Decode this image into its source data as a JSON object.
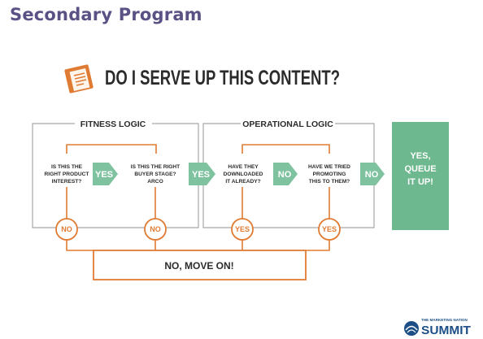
{
  "slide": {
    "title": "Secondary Program"
  },
  "diagram": {
    "question": "DO I SERVE UP THIS CONTENT?",
    "fitness_header": "FITNESS LOGIC",
    "operational_header": "OPERATIONAL LOGIC",
    "conditions": [
      [
        "IS THIS THE",
        "RIGHT PRODUCT",
        "INTEREST?"
      ],
      [
        "IS THIS THE RIGHT",
        "BUYER STAGE?",
        "ARCO"
      ],
      [
        "HAVE THEY",
        "DOWNLOADED",
        "IT ALREADY?"
      ],
      [
        "HAVE WE TRIED",
        "PROMOTING",
        "THIS TO THEM?"
      ]
    ],
    "arrows": [
      "YES",
      "YES",
      "NO",
      "NO"
    ],
    "exits": [
      "NO",
      "NO",
      "YES",
      "YES"
    ],
    "final": [
      "YES,",
      "QUEUE",
      "IT UP!"
    ],
    "move_on": "NO, MOVE ON!"
  },
  "logo": {
    "small_text": "THE MARKETING NATION",
    "big_text": "SUMMIT"
  },
  "colors": {
    "title": "#5a5285",
    "arrow_green": "#7fc2a0",
    "final_green": "#6db88e",
    "exit_orange": "#e07b33",
    "box_gray": "#a6a6a6",
    "logo_blue": "#1d4f86"
  },
  "icons": {
    "document": "document-icon",
    "logo_mark": "summit-logo-icon"
  }
}
